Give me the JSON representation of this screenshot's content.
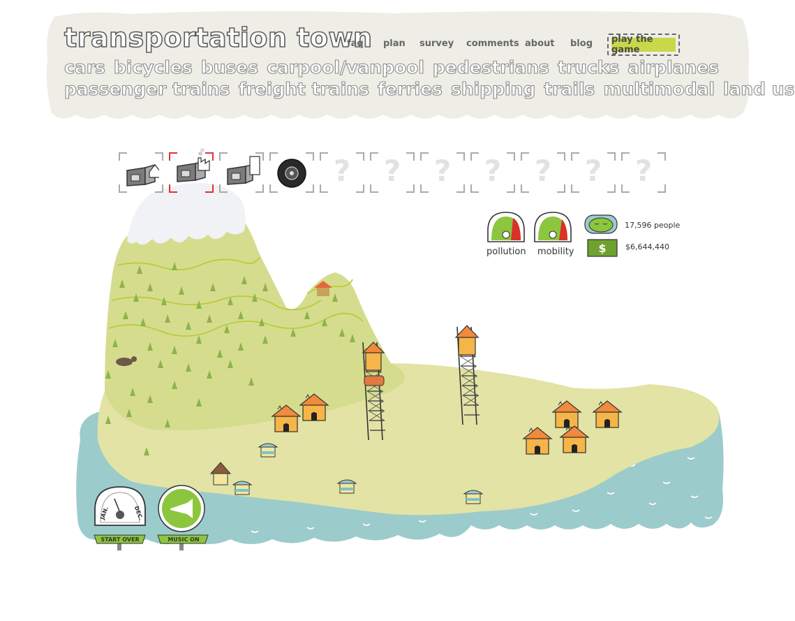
{
  "header": {
    "title": "transportation town",
    "nav": [
      "faq",
      "plan",
      "survey",
      "comments",
      "about",
      "blog"
    ],
    "play_label": "play the game"
  },
  "categories": {
    "row1": [
      "cars",
      "bicycles",
      "buses",
      "carpool/vanpool",
      "pedestrians",
      "trucks",
      "airplanes"
    ],
    "row2": [
      "passenger trains",
      "freight trains",
      "ferries",
      "shipping",
      "trails",
      "multimodal",
      "land use"
    ]
  },
  "toolbar": {
    "tools": [
      {
        "name": "house-tool-icon"
      },
      {
        "name": "factory-tool-icon"
      },
      {
        "name": "office-tool-icon"
      },
      {
        "name": "tire-tool-icon"
      }
    ],
    "locked_label": "?",
    "locked_count": 7
  },
  "stats": {
    "pollution_label": "pollution",
    "mobility_label": "mobility",
    "people": "17,596 people",
    "money": "$6,644,440",
    "pollution_level": 0.8,
    "mobility_level": 0.6
  },
  "controls": {
    "start_over": "START OVER",
    "music_on": "MUSIC ON",
    "dial_left": "JAN.",
    "dial_right": "DEC."
  },
  "colors": {
    "land": "#e2e3a4",
    "mountain": "#d6dc8e",
    "water": "#9ccbcc",
    "roof": "#f08a3c",
    "house": "#f6b548",
    "accent": "#8cc63e"
  }
}
